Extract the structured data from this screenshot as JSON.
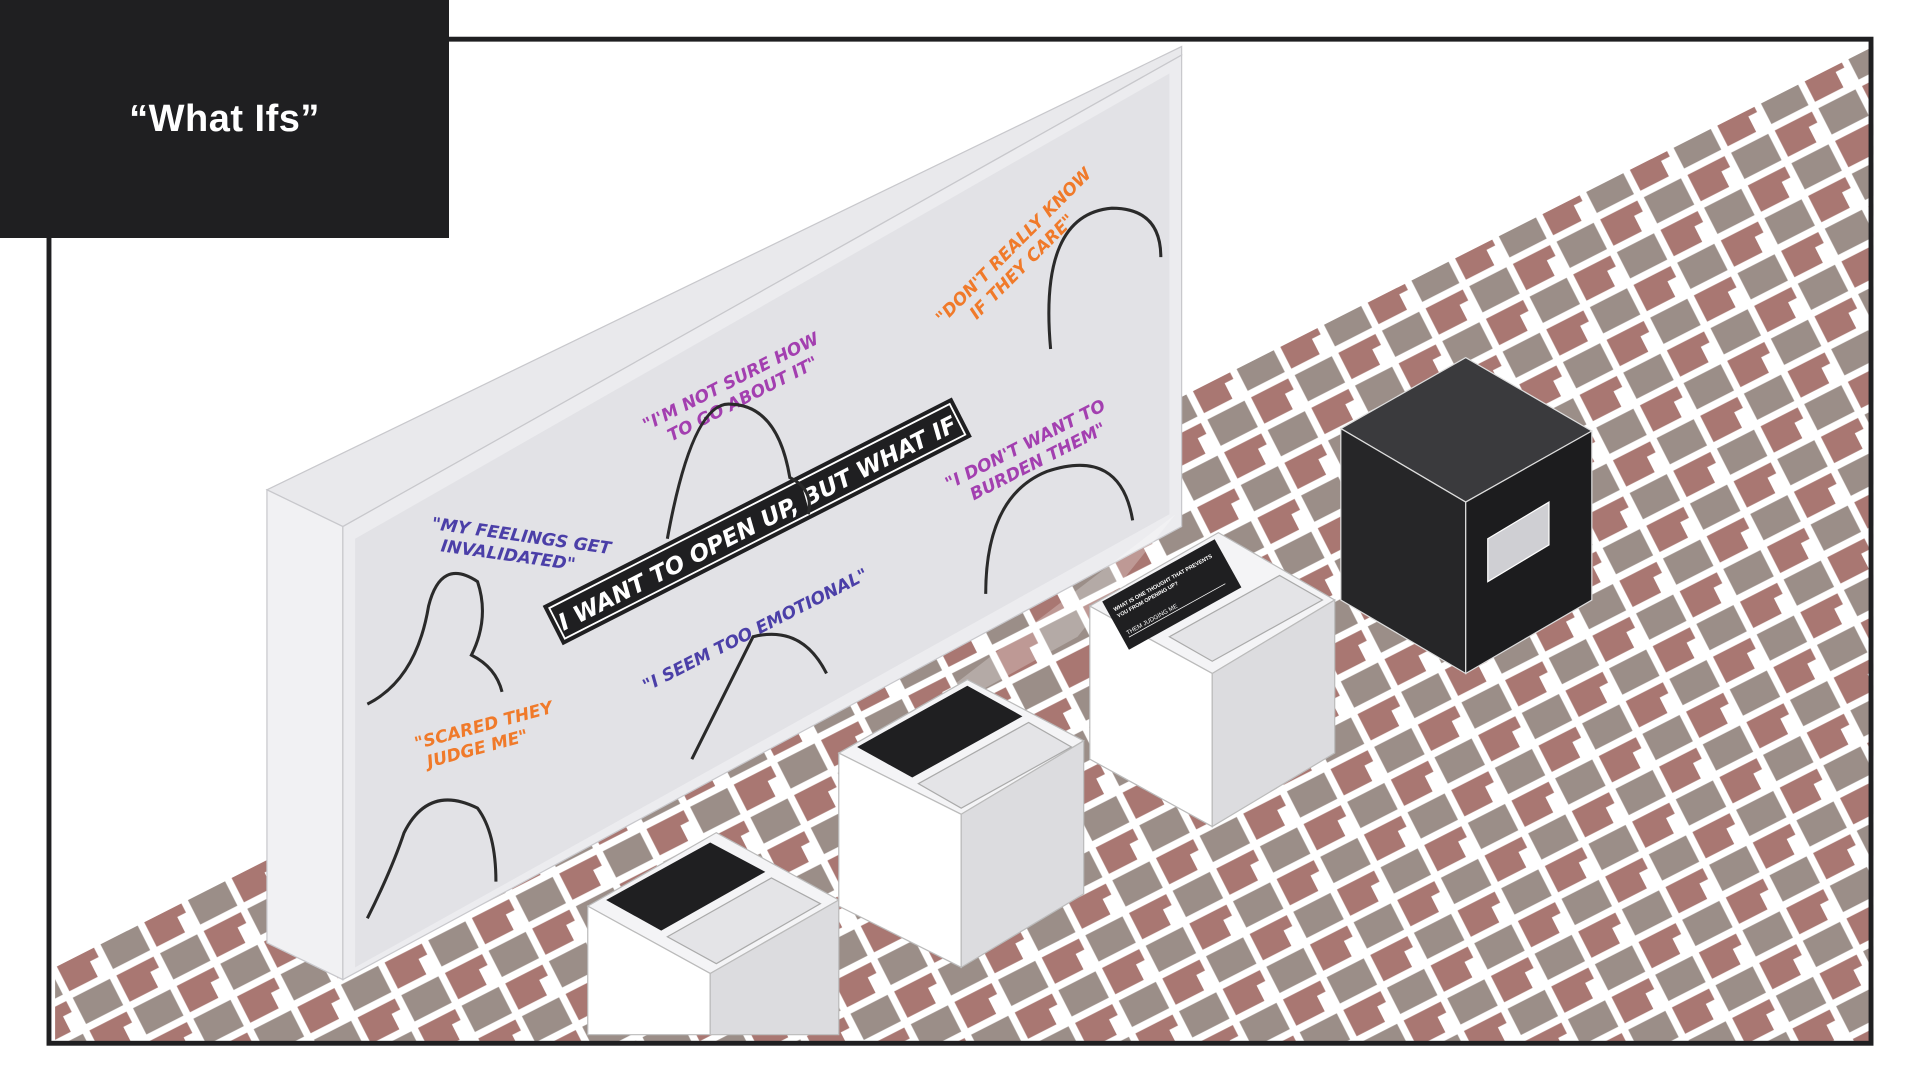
{
  "title": "“What Ifs”",
  "wall": {
    "banner": "I WANT TO OPEN UP, BUT WHAT IF",
    "quotes": [
      {
        "text1": "\"I'M NOT SURE HOW",
        "text2": "TO GO ABOUT IT\"",
        "color": "#a33fb0"
      },
      {
        "text1": "\"DON'T REALLY KNOW",
        "text2": "IF THEY CARE\"",
        "color": "#f07a2a"
      },
      {
        "text1": "\"MY FEELINGS GET",
        "text2": "INVALIDATED\"",
        "color": "#4b3fa8"
      },
      {
        "text1": "\"I DON'T WANT TO",
        "text2": "BURDEN THEM\"",
        "color": "#a33fb0"
      },
      {
        "text1": "\"I SEEM TOO EMOTIONAL\"",
        "text2": "",
        "color": "#4b3fa8"
      },
      {
        "text1": "\"SCARED THEY",
        "text2": "JUDGE ME\"",
        "color": "#f07a2a"
      }
    ]
  },
  "laptop": {
    "question_line1": "WHAT IS ONE THOUGHT THAT PREVENTS",
    "question_line2": "YOU FROM OPENING UP?",
    "answer": "THEM JUDGING ME"
  },
  "colors": {
    "brick_red": "#a97772",
    "brick_gray": "#9b8e88",
    "dark": "#1f1f21"
  }
}
